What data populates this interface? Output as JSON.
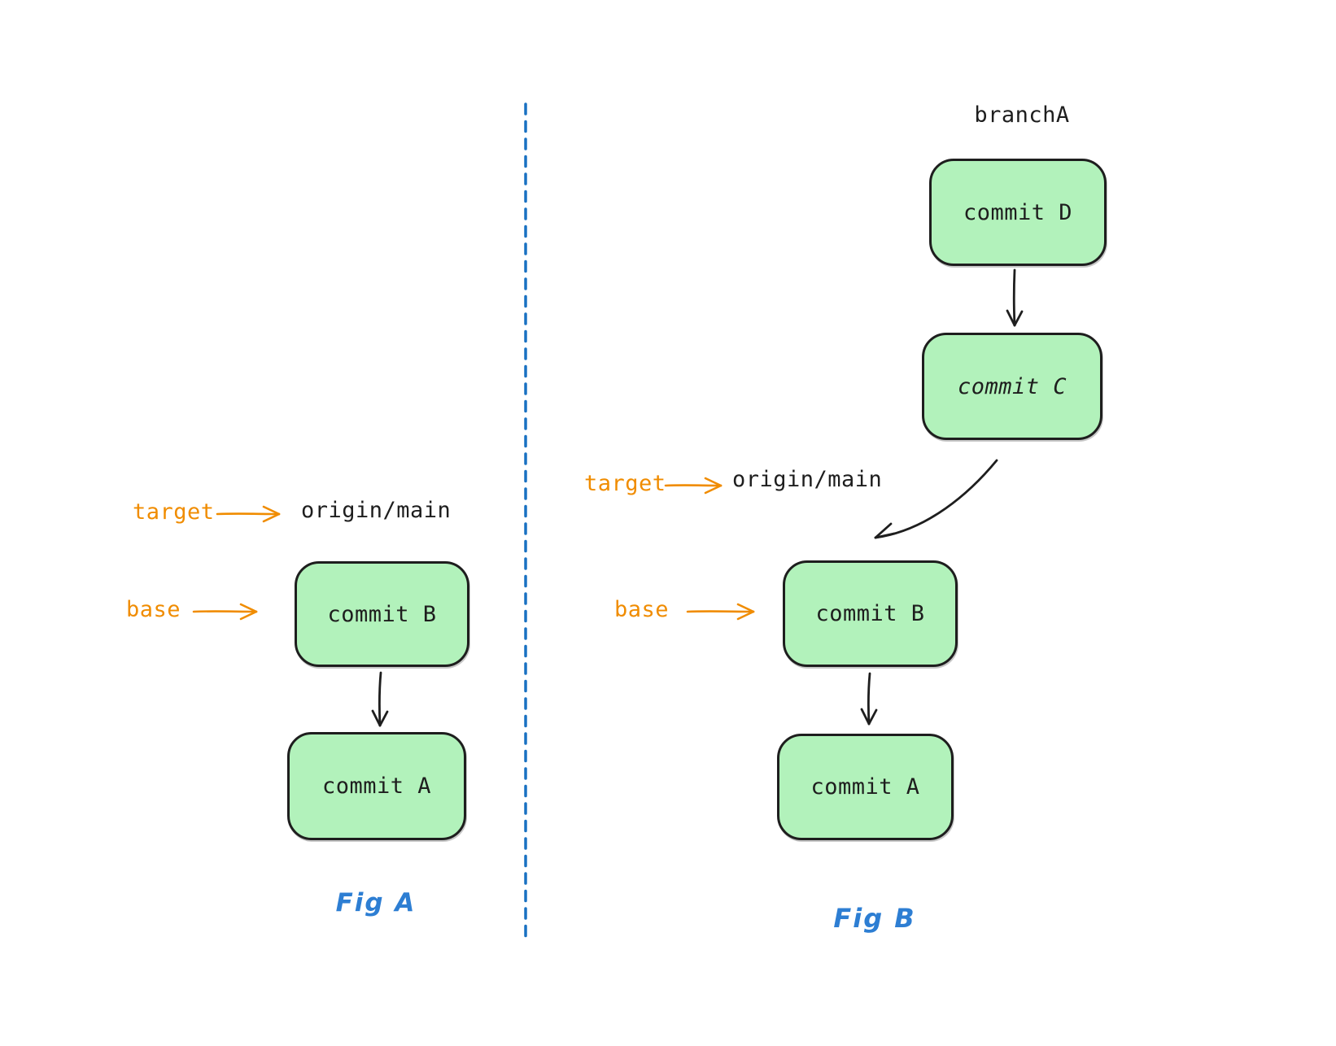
{
  "figures": {
    "fig_a": {
      "caption": "Fig A",
      "annotations": {
        "target_label": "target",
        "target_ref": "origin/main",
        "base_label": "base"
      },
      "commits": [
        {
          "label": "commit B"
        },
        {
          "label": "commit A"
        }
      ]
    },
    "fig_b": {
      "caption": "Fig B",
      "branch_label": "branchA",
      "annotations": {
        "target_label": "target",
        "target_ref": "origin/main",
        "base_label": "base"
      },
      "commits": [
        {
          "label": "commit D"
        },
        {
          "label": "commit C"
        },
        {
          "label": "commit B"
        },
        {
          "label": "commit A"
        }
      ]
    }
  },
  "colors": {
    "background": "#ffffff",
    "commit_fill": "#b2f2bb",
    "stroke_dark": "#1e1e1e",
    "annotation_orange": "#f08c00",
    "divider_blue": "#1971c2",
    "caption_blue": "#2d7ed3"
  }
}
